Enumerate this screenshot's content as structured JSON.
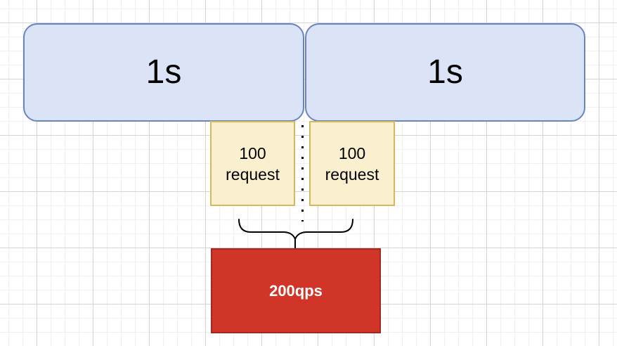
{
  "diagram": {
    "time_blocks": [
      {
        "label": "1s"
      },
      {
        "label": "1s"
      }
    ],
    "request_blocks": [
      {
        "label": "100 request"
      },
      {
        "label": "100 request"
      }
    ],
    "total_block": {
      "label": "200qps"
    },
    "colors": {
      "time_fill": "#dbe4f7",
      "time_stroke": "#6c84bd",
      "request_fill": "#faf0d0",
      "request_stroke": "#d6b85e",
      "total_fill": "#d13527",
      "total_stroke": "#a2291c",
      "total_text": "#ffffff",
      "connector": "#000000"
    }
  }
}
